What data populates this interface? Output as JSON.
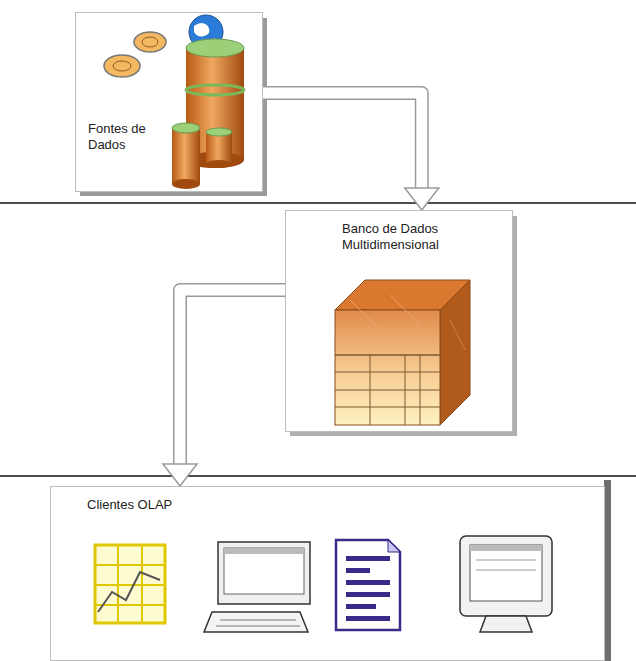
{
  "diagram": {
    "nodes": [
      {
        "text": [
          "Fontes de Dados"
        ]
      },
      {
        "text": [
          "Banco de Dados Multidimensional"
        ]
      },
      {
        "text": [
          "Clientes OLAP"
        ]
      }
    ],
    "edges": [
      {
        "from": 0,
        "to": 1,
        "arrow": "to"
      },
      {
        "from": 1,
        "to": 2,
        "arrow": "to"
      }
    ]
  }
}
